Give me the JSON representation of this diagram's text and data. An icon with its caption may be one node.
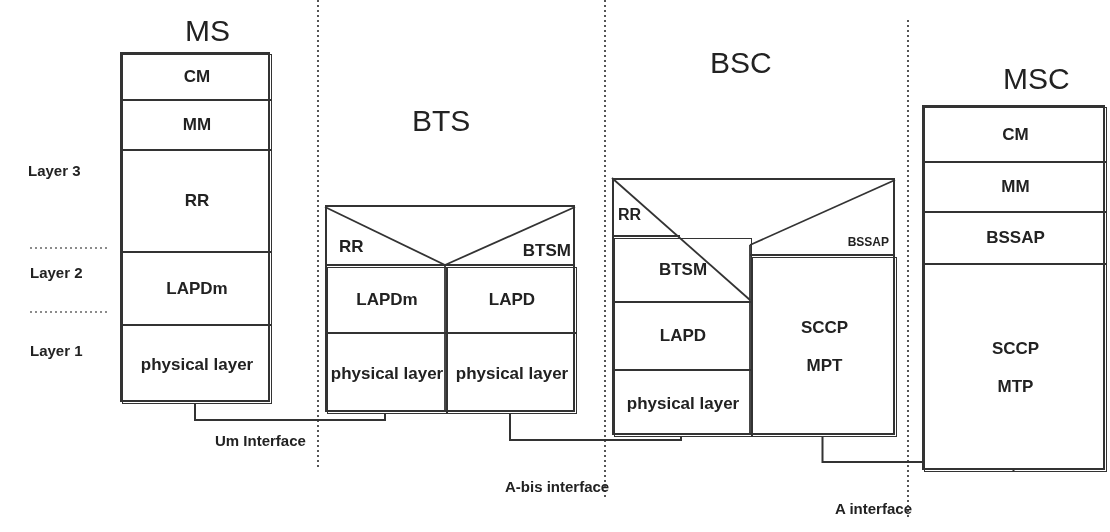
{
  "diagram": {
    "nodes": [
      {
        "text": [
          "MS"
        ]
      },
      {
        "text": [
          "CM"
        ],
        "in": 0
      },
      {
        "text": [
          "MM"
        ],
        "in": 0
      },
      {
        "text": [
          "RR"
        ],
        "in": 0
      },
      {
        "text": [
          "LAPDm"
        ],
        "in": 0
      },
      {
        "text": [
          "physical layer"
        ],
        "in": 0
      },
      {
        "text": [
          "BTS"
        ]
      },
      {
        "text": [
          "RR"
        ],
        "in": 6
      },
      {
        "text": [
          "BTSM"
        ],
        "in": 6
      },
      {
        "text": [
          "LAPDm"
        ],
        "in": 6
      },
      {
        "text": [
          "LAPD"
        ],
        "in": 6
      },
      {
        "text": [
          "physical layer"
        ],
        "in": 6
      },
      {
        "text": [
          "physical layer"
        ],
        "in": 6
      },
      {
        "text": [
          "BSC"
        ]
      },
      {
        "text": [
          "RR"
        ],
        "in": 13
      },
      {
        "text": [
          "BSSAP"
        ],
        "in": 13
      },
      {
        "text": [
          "BTSM"
        ],
        "in": 13
      },
      {
        "text": [
          "SCCP",
          "MPT"
        ],
        "in": 13
      },
      {
        "text": [
          "LAPD"
        ],
        "in": 13
      },
      {
        "text": [
          "physical layer"
        ],
        "in": 13
      },
      {
        "text": [
          "MSC"
        ]
      },
      {
        "text": [
          "CM"
        ],
        "in": 20
      },
      {
        "text": [
          "MM"
        ],
        "in": 20
      },
      {
        "text": [
          "BSSAP"
        ],
        "in": 20
      },
      {
        "text": [
          "SCCP",
          "MTP"
        ],
        "in": 20
      }
    ],
    "edges": [
      {
        "from": 5,
        "to": 11,
        "arrow": "none",
        "label": "Um Interface"
      },
      {
        "from": 12,
        "to": 19,
        "arrow": "none",
        "label": "A-bis interface"
      },
      {
        "from": 17,
        "to": 24,
        "arrow": "none",
        "label": "A interface"
      }
    ],
    "labels": [
      "Layer 3",
      "Layer 2",
      "Layer 1"
    ]
  }
}
